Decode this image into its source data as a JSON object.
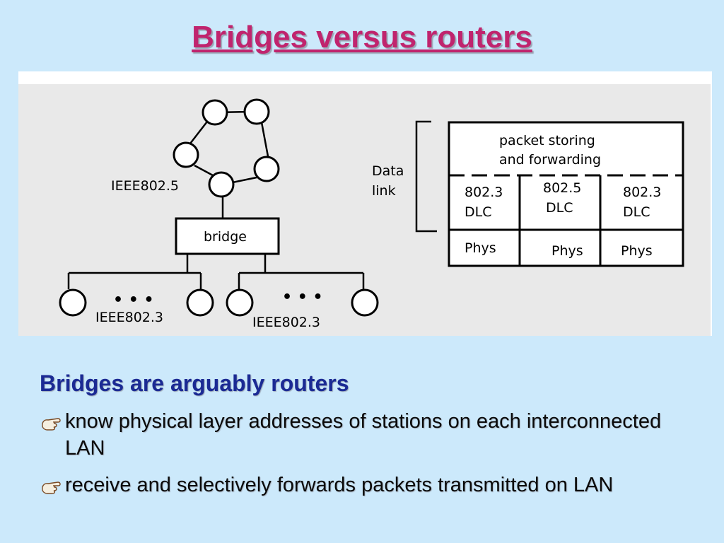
{
  "title": "Bridges versus routers",
  "figure": {
    "ring_label": "IEEE802.5",
    "bridge_label": "bridge",
    "lan_left_label": "IEEE802.3",
    "lan_right_label": "IEEE802.3",
    "dots": "• • •",
    "datalink_label_line1": "Data",
    "datalink_label_line2": "link",
    "stack_top_line1": "packet storing",
    "stack_top_line2": "and forwarding",
    "dlc_cells": [
      {
        "standard": "802.3",
        "name": "DLC"
      },
      {
        "standard": "802.5",
        "name": "DLC"
      },
      {
        "standard": "802.3",
        "name": "DLC"
      }
    ],
    "phys_cells": [
      "Phys",
      "Phys",
      "Phys"
    ]
  },
  "heading": "Bridges are arguably routers",
  "bullets": [
    "know physical layer addresses of stations on each interconnected LAN",
    "receive and selectively forwards packets transmitted on LAN"
  ],
  "icons": {
    "bullet": "pointing-hand-icon"
  }
}
